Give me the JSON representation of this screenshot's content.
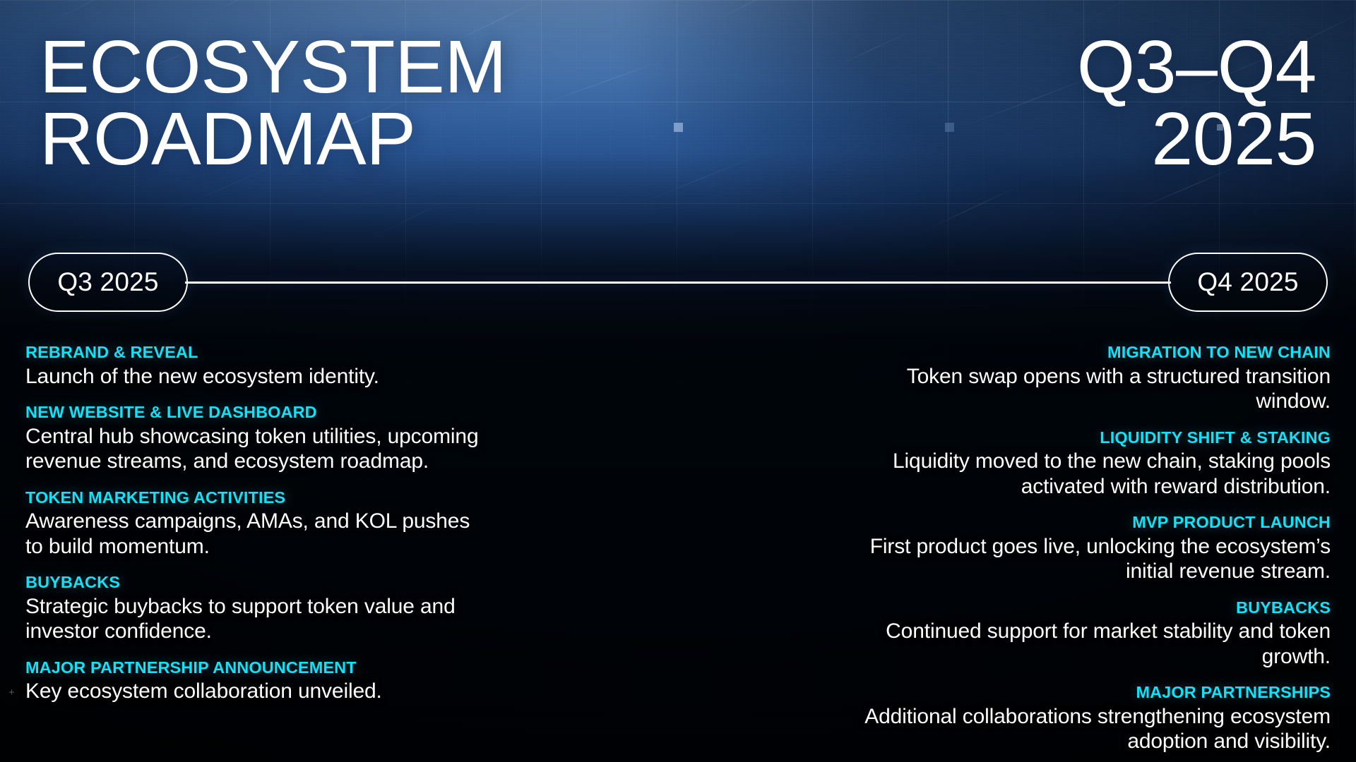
{
  "header": {
    "title": "ECOSYSTEM\nROADMAP",
    "period": "Q3–Q4\n2025"
  },
  "timeline": {
    "left_label": "Q3 2025",
    "right_label": "Q4 2025"
  },
  "colors": {
    "accent_cyan": "#15e0f5",
    "text_white": "#ffffff",
    "bg_deep_navy": "#000308",
    "bg_hero_blue": "#2d5a97",
    "grid_line": "#afcdf0"
  },
  "columns": {
    "q3": [
      {
        "title": "REBRAND & REVEAL",
        "desc": "Launch of the new ecosystem identity."
      },
      {
        "title": "NEW WEBSITE & LIVE DASHBOARD",
        "desc": "Central hub showcasing token utilities, upcoming revenue streams, and ecosystem roadmap."
      },
      {
        "title": "TOKEN MARKETING ACTIVITIES",
        "desc": "Awareness campaigns, AMAs, and KOL pushes to build momentum."
      },
      {
        "title": "BUYBACKS",
        "desc": "Strategic buybacks to support token value and investor confidence."
      },
      {
        "title": "MAJOR PARTNERSHIP ANNOUNCEMENT",
        "desc": "Key ecosystem collaboration unveiled."
      }
    ],
    "q4": [
      {
        "title": "MIGRATION TO NEW CHAIN",
        "desc": "Token swap opens with a structured transition window."
      },
      {
        "title": "LIQUIDITY SHIFT & STAKING",
        "desc": "Liquidity moved to the new chain, staking pools activated with reward distribution."
      },
      {
        "title": "MVP PRODUCT LAUNCH",
        "desc": "First product goes live, unlocking the ecosystem’s initial revenue stream."
      },
      {
        "title": "BUYBACKS",
        "desc": "Continued support for market stability and token growth."
      },
      {
        "title": "MAJOR PARTNERSHIPS",
        "desc": "Additional collaborations strengthening ecosystem adoption and visibility."
      }
    ]
  },
  "decorations": {
    "crosshair_marker": "+"
  }
}
